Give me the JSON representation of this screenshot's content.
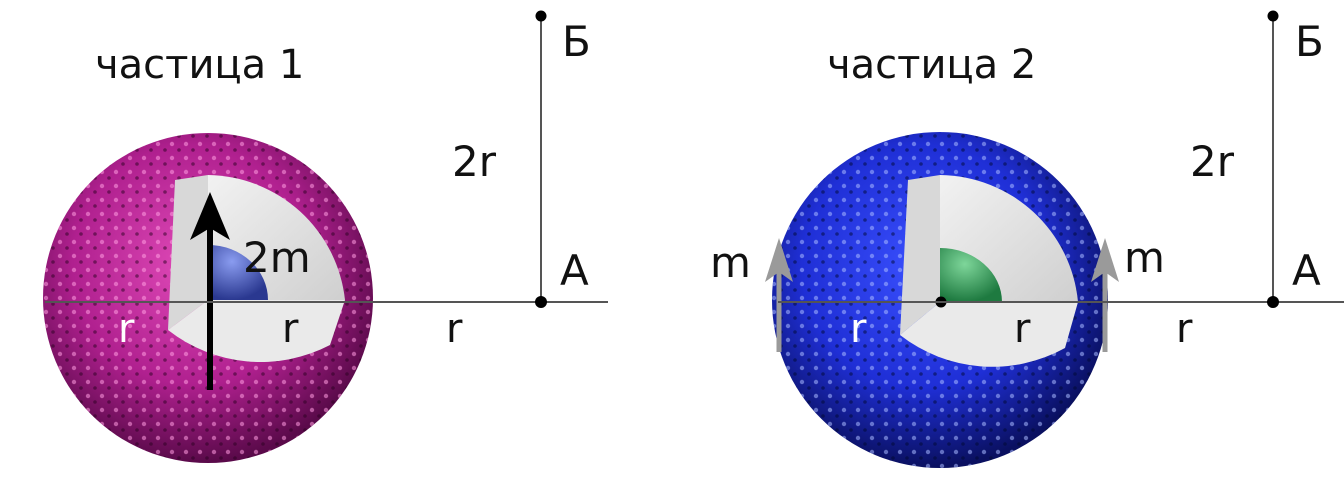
{
  "particle1": {
    "title": "частица 1",
    "moment_label": "2m",
    "r_inner_left": "r",
    "r_inner_right": "r",
    "r_outside": "r",
    "distance_label": "2r",
    "point_a": "А",
    "point_b": "Б",
    "shell_color": "#b0208f",
    "core_color": "#3d4fb0"
  },
  "particle2": {
    "title": "частица 2",
    "moment_left_label": "m",
    "moment_right_label": "m",
    "r_inner_left": "r",
    "r_inner_right": "r",
    "r_outside": "r",
    "distance_label": "2r",
    "point_a": "А",
    "point_b": "Б",
    "shell_color": "#1f2fd6",
    "core_color": "#2e9a55"
  },
  "colors": {
    "axis_line": "#555555",
    "arrow_black": "#000000",
    "arrow_gray": "#9a9a9a",
    "cutaway": "#e2e2e2"
  }
}
